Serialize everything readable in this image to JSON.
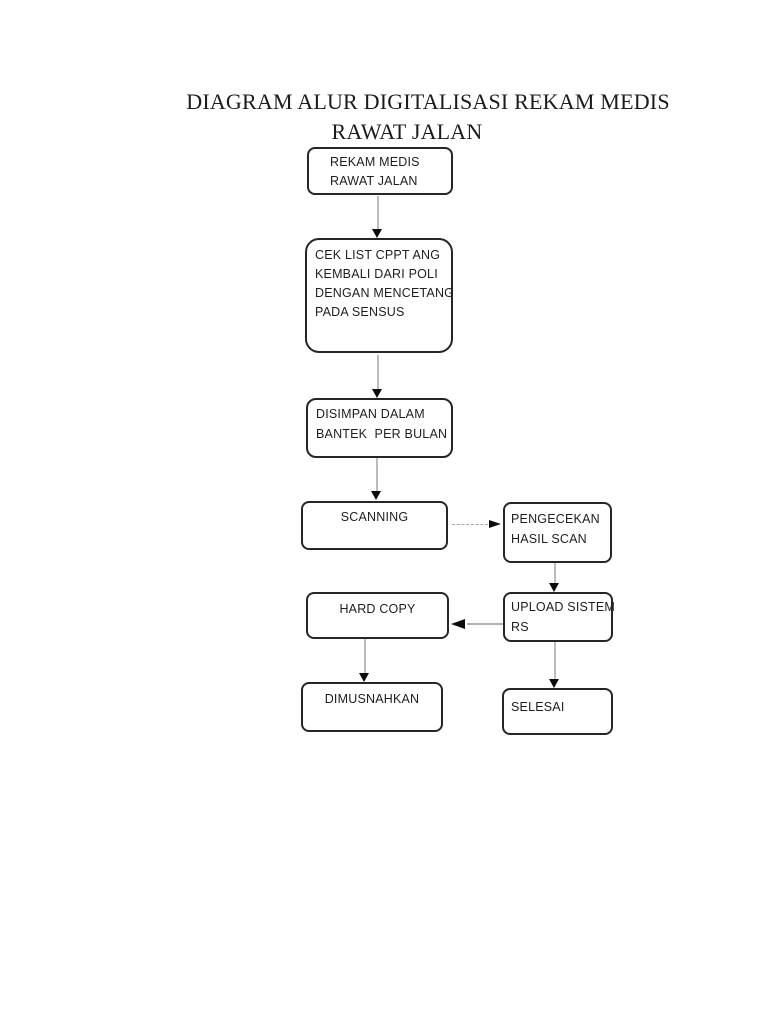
{
  "document": {
    "title_line1": "DIAGRAM ALUR DIGITALISASI REKAM MEDIS",
    "title_line2": "RAWAT JALAN"
  },
  "nodes": {
    "rekam_medis": {
      "lines": [
        "REKAM MEDIS",
        "RAWAT JALAN"
      ]
    },
    "cek_list": {
      "lines": [
        "CEK LIST CPPT ANG",
        "KEMBALI DARI POLI",
        "DENGAN MENCETANG",
        "PADA SENSUS"
      ]
    },
    "disimpan": {
      "lines": [
        "DISIMPAN DALAM",
        "BANTEK  PER BULAN"
      ]
    },
    "scanning": {
      "lines": [
        "SCANNING"
      ]
    },
    "pengecekan": {
      "lines": [
        "PENGECEKAN",
        "HASIL SCAN"
      ]
    },
    "upload": {
      "lines": [
        "UPLOAD SISTEM",
        "RS"
      ]
    },
    "hard_copy": {
      "lines": [
        "HARD COPY"
      ]
    },
    "dimusnahkan": {
      "lines": [
        "DIMUSNAHKAN"
      ]
    },
    "selesai": {
      "lines": [
        "SELESAI"
      ]
    }
  },
  "edges": [
    {
      "from": "rekam_medis",
      "to": "cek_list",
      "style": "solid",
      "direction": "down"
    },
    {
      "from": "cek_list",
      "to": "disimpan",
      "style": "solid",
      "direction": "down"
    },
    {
      "from": "disimpan",
      "to": "scanning",
      "style": "solid",
      "direction": "down"
    },
    {
      "from": "scanning",
      "to": "pengecekan",
      "style": "dashed",
      "direction": "right"
    },
    {
      "from": "pengecekan",
      "to": "upload",
      "style": "solid",
      "direction": "down"
    },
    {
      "from": "upload",
      "to": "hard_copy",
      "style": "solid",
      "direction": "left"
    },
    {
      "from": "hard_copy",
      "to": "dimusnahkan",
      "style": "solid",
      "direction": "down"
    },
    {
      "from": "upload",
      "to": "selesai",
      "style": "solid",
      "direction": "down"
    }
  ],
  "colors": {
    "page_background": "#ffffff",
    "box_border": "#262626",
    "text": "#1e1e1e",
    "connector_line": "#bcbcbc",
    "arrowhead": "#0d0d0d"
  }
}
